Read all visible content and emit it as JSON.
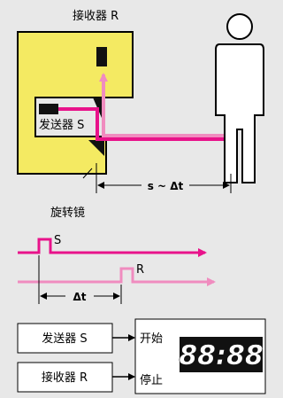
{
  "labels": {
    "receiver_top": "接收器 R",
    "sender_inner": "发送器 S",
    "rotating_mirror": "旋转镜",
    "distance": "s ~ Δt",
    "pulse_s": "S",
    "pulse_r": "R",
    "delta_t": "Δt"
  },
  "blocks": {
    "sender": "发送器 S",
    "receiver": "接收器 R",
    "start": "开始",
    "stop": "停止",
    "display": "88:88"
  },
  "colors": {
    "background": "#e8e8e8",
    "housing": "#f4ea62",
    "outgoing_beam": "#e8128a",
    "return_beam": "#f08cbf",
    "sensor": "#111111"
  },
  "icons": [
    "person-icon",
    "seven-segment-display-icon"
  ]
}
